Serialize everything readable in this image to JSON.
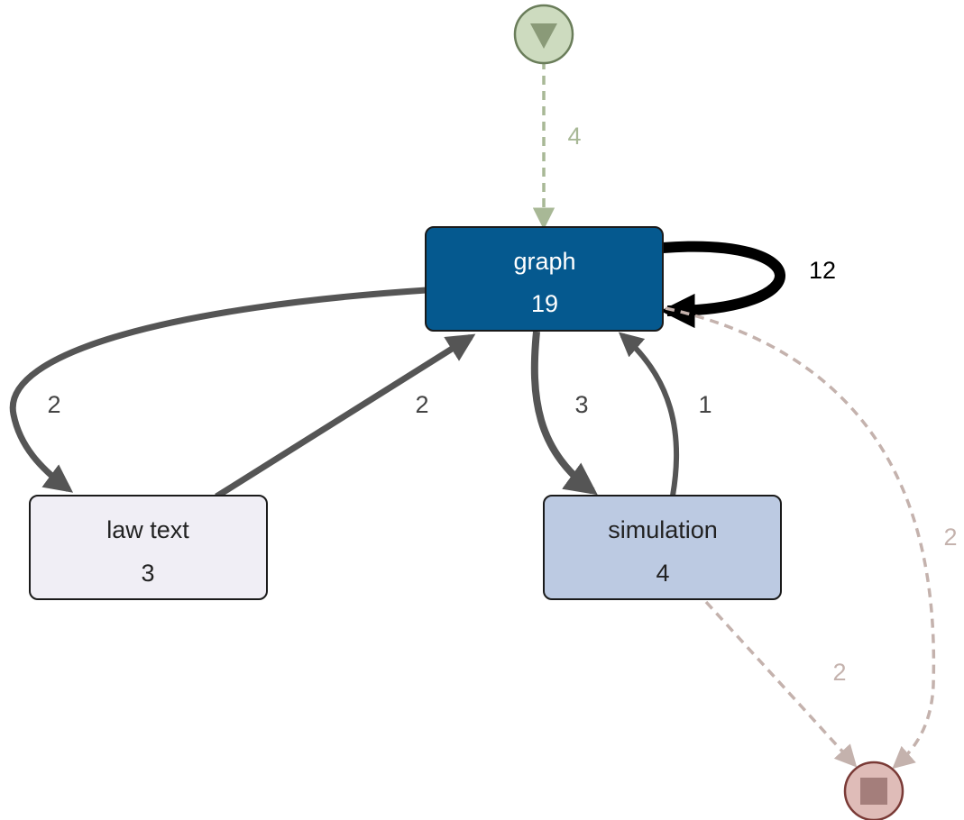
{
  "process_map": {
    "start": {
      "icon": "start-triangle-icon"
    },
    "end": {
      "icon": "end-square-icon"
    },
    "nodes": {
      "graph": {
        "label": "graph",
        "count": "19",
        "fill": "#05598f",
        "text_color": "#ffffff"
      },
      "law_text": {
        "label": "law text",
        "count": "3",
        "fill": "#f0eef5",
        "text_color": "#222222"
      },
      "simulation": {
        "label": "simulation",
        "count": "4",
        "fill": "#bccae2",
        "text_color": "#222222"
      }
    },
    "edges": {
      "start_graph": "4",
      "graph_graph": "12",
      "graph_law_text": "2",
      "law_text_graph": "2",
      "graph_simulation": "3",
      "simulation_graph": "1",
      "graph_end": "2",
      "simulation_end": "2"
    },
    "colors": {
      "start_fill": "#cddbbf",
      "start_stroke": "#6a7d5a",
      "start_edge": "#a8b896",
      "end_fill": "#dfbcb8",
      "end_stroke": "#7a3a36",
      "end_edge": "#c4b2ad",
      "edge": "#555555",
      "edge_strong": "#000000"
    }
  }
}
